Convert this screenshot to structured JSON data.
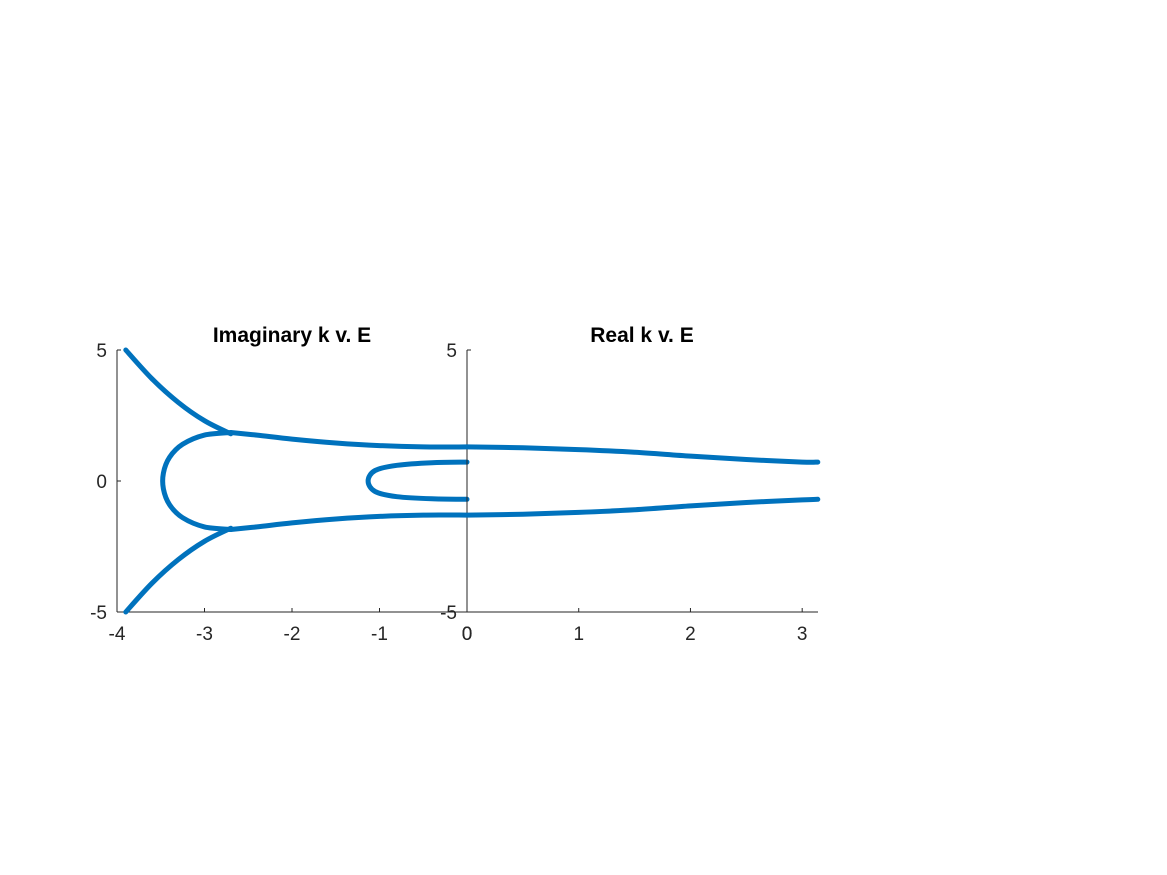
{
  "figure": {
    "background": "#ffffff"
  },
  "chart_data": [
    {
      "type": "line",
      "title": "Imaginary k v. E",
      "xlabel": "",
      "ylabel": "",
      "xlim": [
        -4,
        0
      ],
      "ylim": [
        -5,
        5
      ],
      "xticks": [
        -4,
        -3,
        -2,
        -1,
        0
      ],
      "yticks": [
        -5,
        0,
        5
      ],
      "xtick_labels": [
        "-4",
        "-3",
        "-2",
        "-1",
        "0"
      ],
      "ytick_labels": [
        "-5",
        "0",
        "5"
      ],
      "color": "#0072bd",
      "series": [
        {
          "points": [
            [
              -3.9,
              5.0
            ],
            [
              -3.6,
              3.9
            ],
            [
              -3.3,
              3.0
            ],
            [
              -3.0,
              2.3
            ],
            [
              -2.7,
              1.8
            ]
          ]
        },
        {
          "points": [
            [
              -2.7,
              1.85
            ],
            [
              -2.4,
              1.75
            ],
            [
              -2.0,
              1.6
            ],
            [
              -1.5,
              1.45
            ],
            [
              -1.0,
              1.35
            ],
            [
              -0.5,
              1.3
            ],
            [
              0.0,
              1.3
            ]
          ]
        },
        {
          "points": [
            [
              -2.7,
              1.85
            ],
            [
              -3.0,
              1.75
            ],
            [
              -3.25,
              1.4
            ],
            [
              -3.4,
              0.9
            ],
            [
              -3.47,
              0.3
            ],
            [
              -3.47,
              -0.3
            ],
            [
              -3.4,
              -0.9
            ],
            [
              -3.25,
              -1.4
            ],
            [
              -3.0,
              -1.75
            ],
            [
              -2.7,
              -1.85
            ]
          ]
        },
        {
          "points": [
            [
              -3.9,
              -5.0
            ],
            [
              -3.6,
              -3.9
            ],
            [
              -3.3,
              -3.0
            ],
            [
              -3.0,
              -2.3
            ],
            [
              -2.7,
              -1.8
            ]
          ]
        },
        {
          "points": [
            [
              -2.7,
              -1.85
            ],
            [
              -2.4,
              -1.75
            ],
            [
              -2.0,
              -1.6
            ],
            [
              -1.5,
              -1.45
            ],
            [
              -1.0,
              -1.35
            ],
            [
              -0.5,
              -1.3
            ],
            [
              0.0,
              -1.3
            ]
          ]
        },
        {
          "points": [
            [
              0.0,
              0.72
            ],
            [
              -0.4,
              0.7
            ],
            [
              -0.8,
              0.6
            ],
            [
              -1.05,
              0.4
            ],
            [
              -1.13,
              0.0
            ],
            [
              -1.05,
              -0.4
            ],
            [
              -0.8,
              -0.6
            ],
            [
              -0.4,
              -0.68
            ],
            [
              0.0,
              -0.7
            ]
          ]
        }
      ]
    },
    {
      "type": "line",
      "title": "Real k v. E",
      "xlabel": "",
      "ylabel": "",
      "xlim": [
        0,
        3.14159
      ],
      "ylim": [
        -5,
        5
      ],
      "xticks": [
        0,
        1,
        2,
        3
      ],
      "yticks": [
        -5,
        5
      ],
      "xtick_labels": [
        "0",
        "1",
        "2",
        "3"
      ],
      "ytick_labels": [
        "-5",
        "5"
      ],
      "color": "#0072bd",
      "series": [
        {
          "points": [
            [
              0,
              1.3
            ],
            [
              0.5,
              1.27
            ],
            [
              1.0,
              1.2
            ],
            [
              1.5,
              1.1
            ],
            [
              2.0,
              0.95
            ],
            [
              2.5,
              0.82
            ],
            [
              3.0,
              0.72
            ],
            [
              3.14,
              0.72
            ]
          ]
        },
        {
          "points": [
            [
              0,
              -1.3
            ],
            [
              0.5,
              -1.27
            ],
            [
              1.0,
              -1.2
            ],
            [
              1.5,
              -1.1
            ],
            [
              2.0,
              -0.95
            ],
            [
              2.5,
              -0.82
            ],
            [
              3.0,
              -0.72
            ],
            [
              3.14,
              -0.7
            ]
          ]
        }
      ]
    }
  ]
}
